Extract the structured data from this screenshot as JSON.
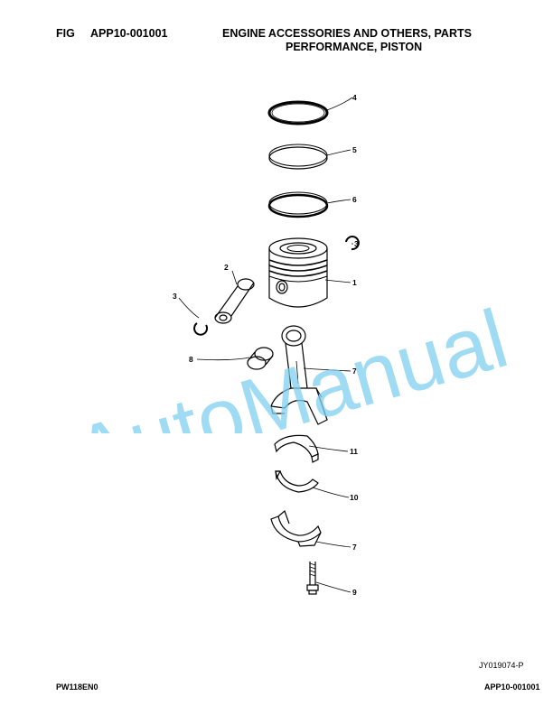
{
  "header": {
    "fig_label": "FIG",
    "fig_number": "APP10-001001",
    "title_line1": "ENGINE ACCESSORIES AND OTHERS, PARTS",
    "title_line2": "PERFORMANCE, PISTON"
  },
  "callouts": {
    "ring_top": "4",
    "ring_second": "5",
    "ring_oil": "6",
    "snap_ring_right": "3",
    "piston": "1",
    "piston_pin": "2",
    "snap_ring_left": "3",
    "bushing": "8",
    "connecting_rod": "7",
    "bearing_upper": "11",
    "bearing_lower": "10",
    "rod_cap": "7",
    "bolt": "9"
  },
  "watermark": "AutoManual",
  "drawing_code": "JY019074-P",
  "footer": {
    "left": "PW118EN0",
    "right": "APP10-001001"
  }
}
